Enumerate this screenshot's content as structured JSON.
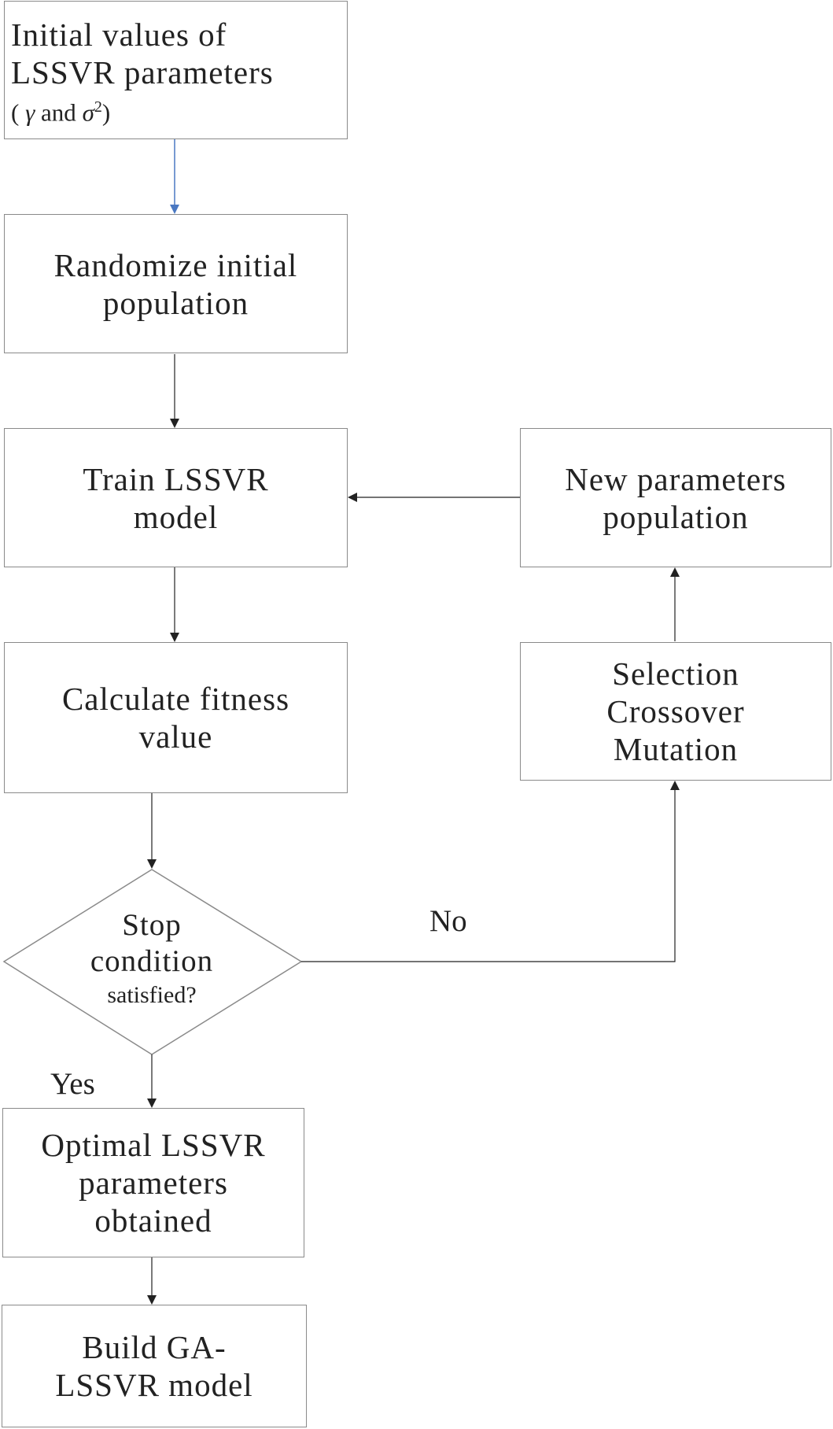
{
  "nodes": {
    "init": {
      "lines": [
        "Initial values of",
        "LSSVR parameters"
      ],
      "params": {
        "open": "( ",
        "gamma": "γ",
        "and": " and ",
        "sigma": "σ",
        "sup": "2",
        "close": ")"
      }
    },
    "randomize": {
      "lines": [
        "Randomize initial",
        "population"
      ]
    },
    "train": {
      "lines": [
        "Train LSSVR",
        "model"
      ]
    },
    "fitness": {
      "lines": [
        "Calculate fitness",
        "value"
      ]
    },
    "stop": {
      "lines": [
        "Stop",
        "condition"
      ],
      "small": "satisfied?"
    },
    "optimal": {
      "lines": [
        "Optimal LSSVR",
        "parameters",
        "obtained"
      ]
    },
    "build": {
      "lines": [
        "Build GA-",
        "LSSVR model"
      ]
    },
    "newpop": {
      "lines": [
        "New parameters",
        "population"
      ]
    },
    "ops": {
      "lines": [
        "Selection",
        "Crossover",
        "Mutation"
      ]
    }
  },
  "edge_labels": {
    "no": "No",
    "yes": "Yes"
  },
  "colors": {
    "first_arrow": "#4a78c2",
    "arrow": "#222222",
    "border": "#8a8a8a"
  }
}
